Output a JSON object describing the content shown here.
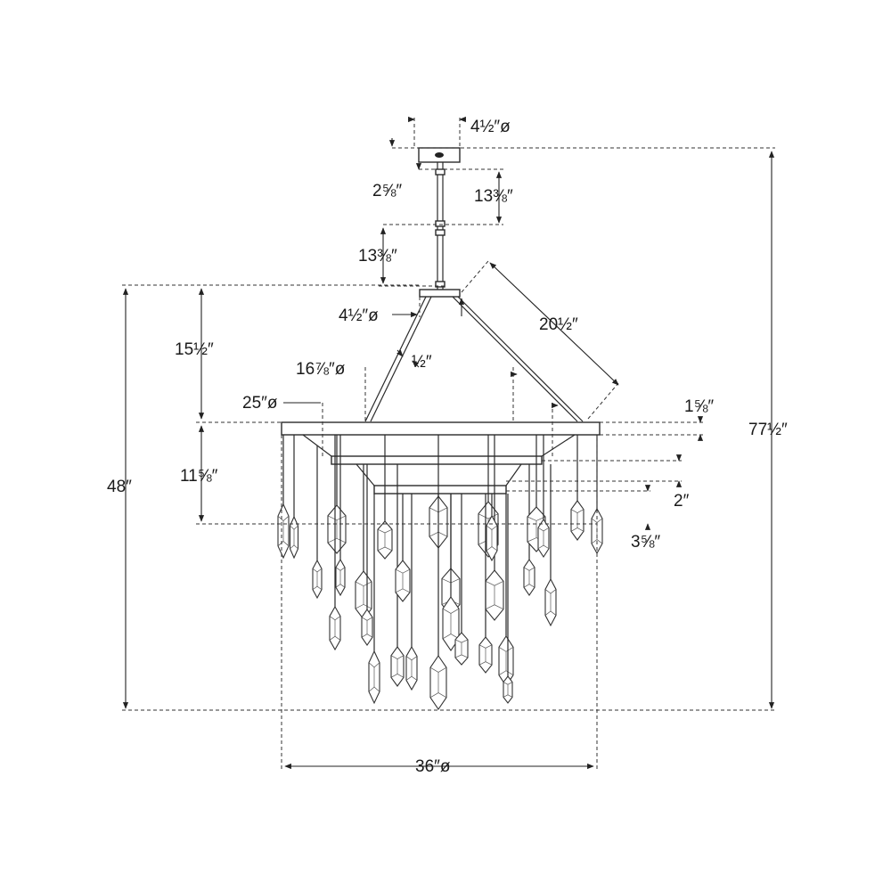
{
  "diagram": {
    "dimensions": {
      "canopy_diameter": "4½″ø",
      "canopy_to_first_stem": "2⅝″",
      "stem_section_1": "13⅜″",
      "stem_section_2": "13⅜″",
      "hub_diameter": "4½″ø",
      "arm_thickness": "½″",
      "arm_length": "20½″",
      "top_height": "15½″",
      "inner_ring_diameter": "16⅞″ø",
      "mid_ring_diameter": "25″ø",
      "ring_height": "1⅝″",
      "drop_height": "11⅝″",
      "ring_gap": "2″",
      "lower_gap": "3⅝″",
      "fixture_height": "48″",
      "overall_height": "77½″",
      "overall_diameter": "36″ø"
    }
  }
}
